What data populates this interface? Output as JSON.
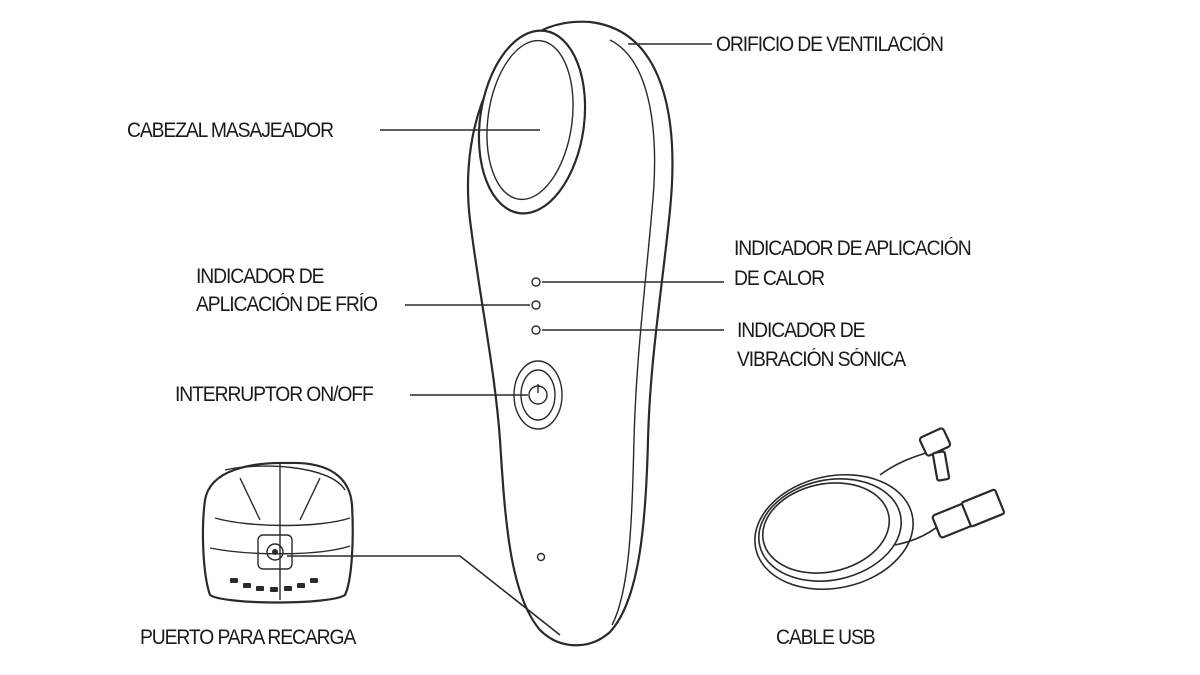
{
  "labels": {
    "vent": "ORIFICIO DE VENTILACIÓN",
    "head": "CABEZAL MASAJEADOR",
    "cold_1": "INDICADOR DE",
    "cold_2": "APLICACIÓN DE FRÍO",
    "heat_1": "INDICADOR DE APLICACIÓN",
    "heat_2": "DE CALOR",
    "sonic_1": "INDICADOR DE",
    "sonic_2": "VIBRACIÓN SÓNICA",
    "switch": "INTERRUPTOR ON/OFF",
    "port": "PUERTO PARA RECARGA",
    "cable": "CABLE USB"
  },
  "icons": [
    "massager-device-icon",
    "charging-port-detail-icon",
    "usb-cable-icon",
    "power-icon"
  ]
}
